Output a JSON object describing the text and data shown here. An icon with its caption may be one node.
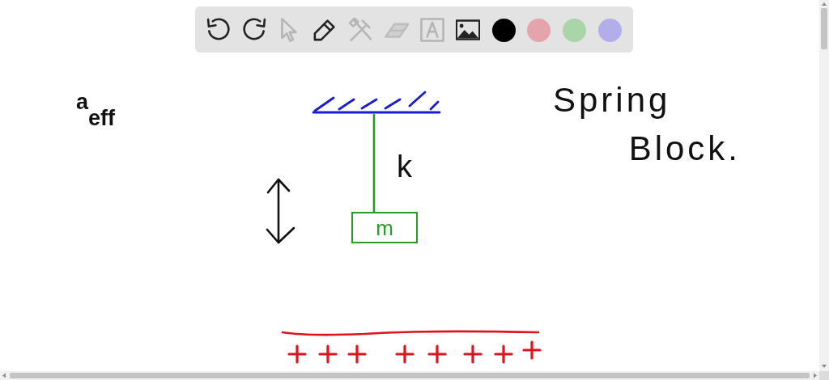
{
  "diagram": {
    "nodes": [
      {
        "text": [],
        "shape": "bar"
      },
      {
        "text": [
          "m"
        ]
      }
    ],
    "edges": [
      {
        "from": 0,
        "to": 1,
        "arrow": "none",
        "label": "k",
        "color": "#2a9a2a"
      }
    ],
    "labels": [
      "a$_{eff}$",
      "Spring Block."
    ]
  }
}
